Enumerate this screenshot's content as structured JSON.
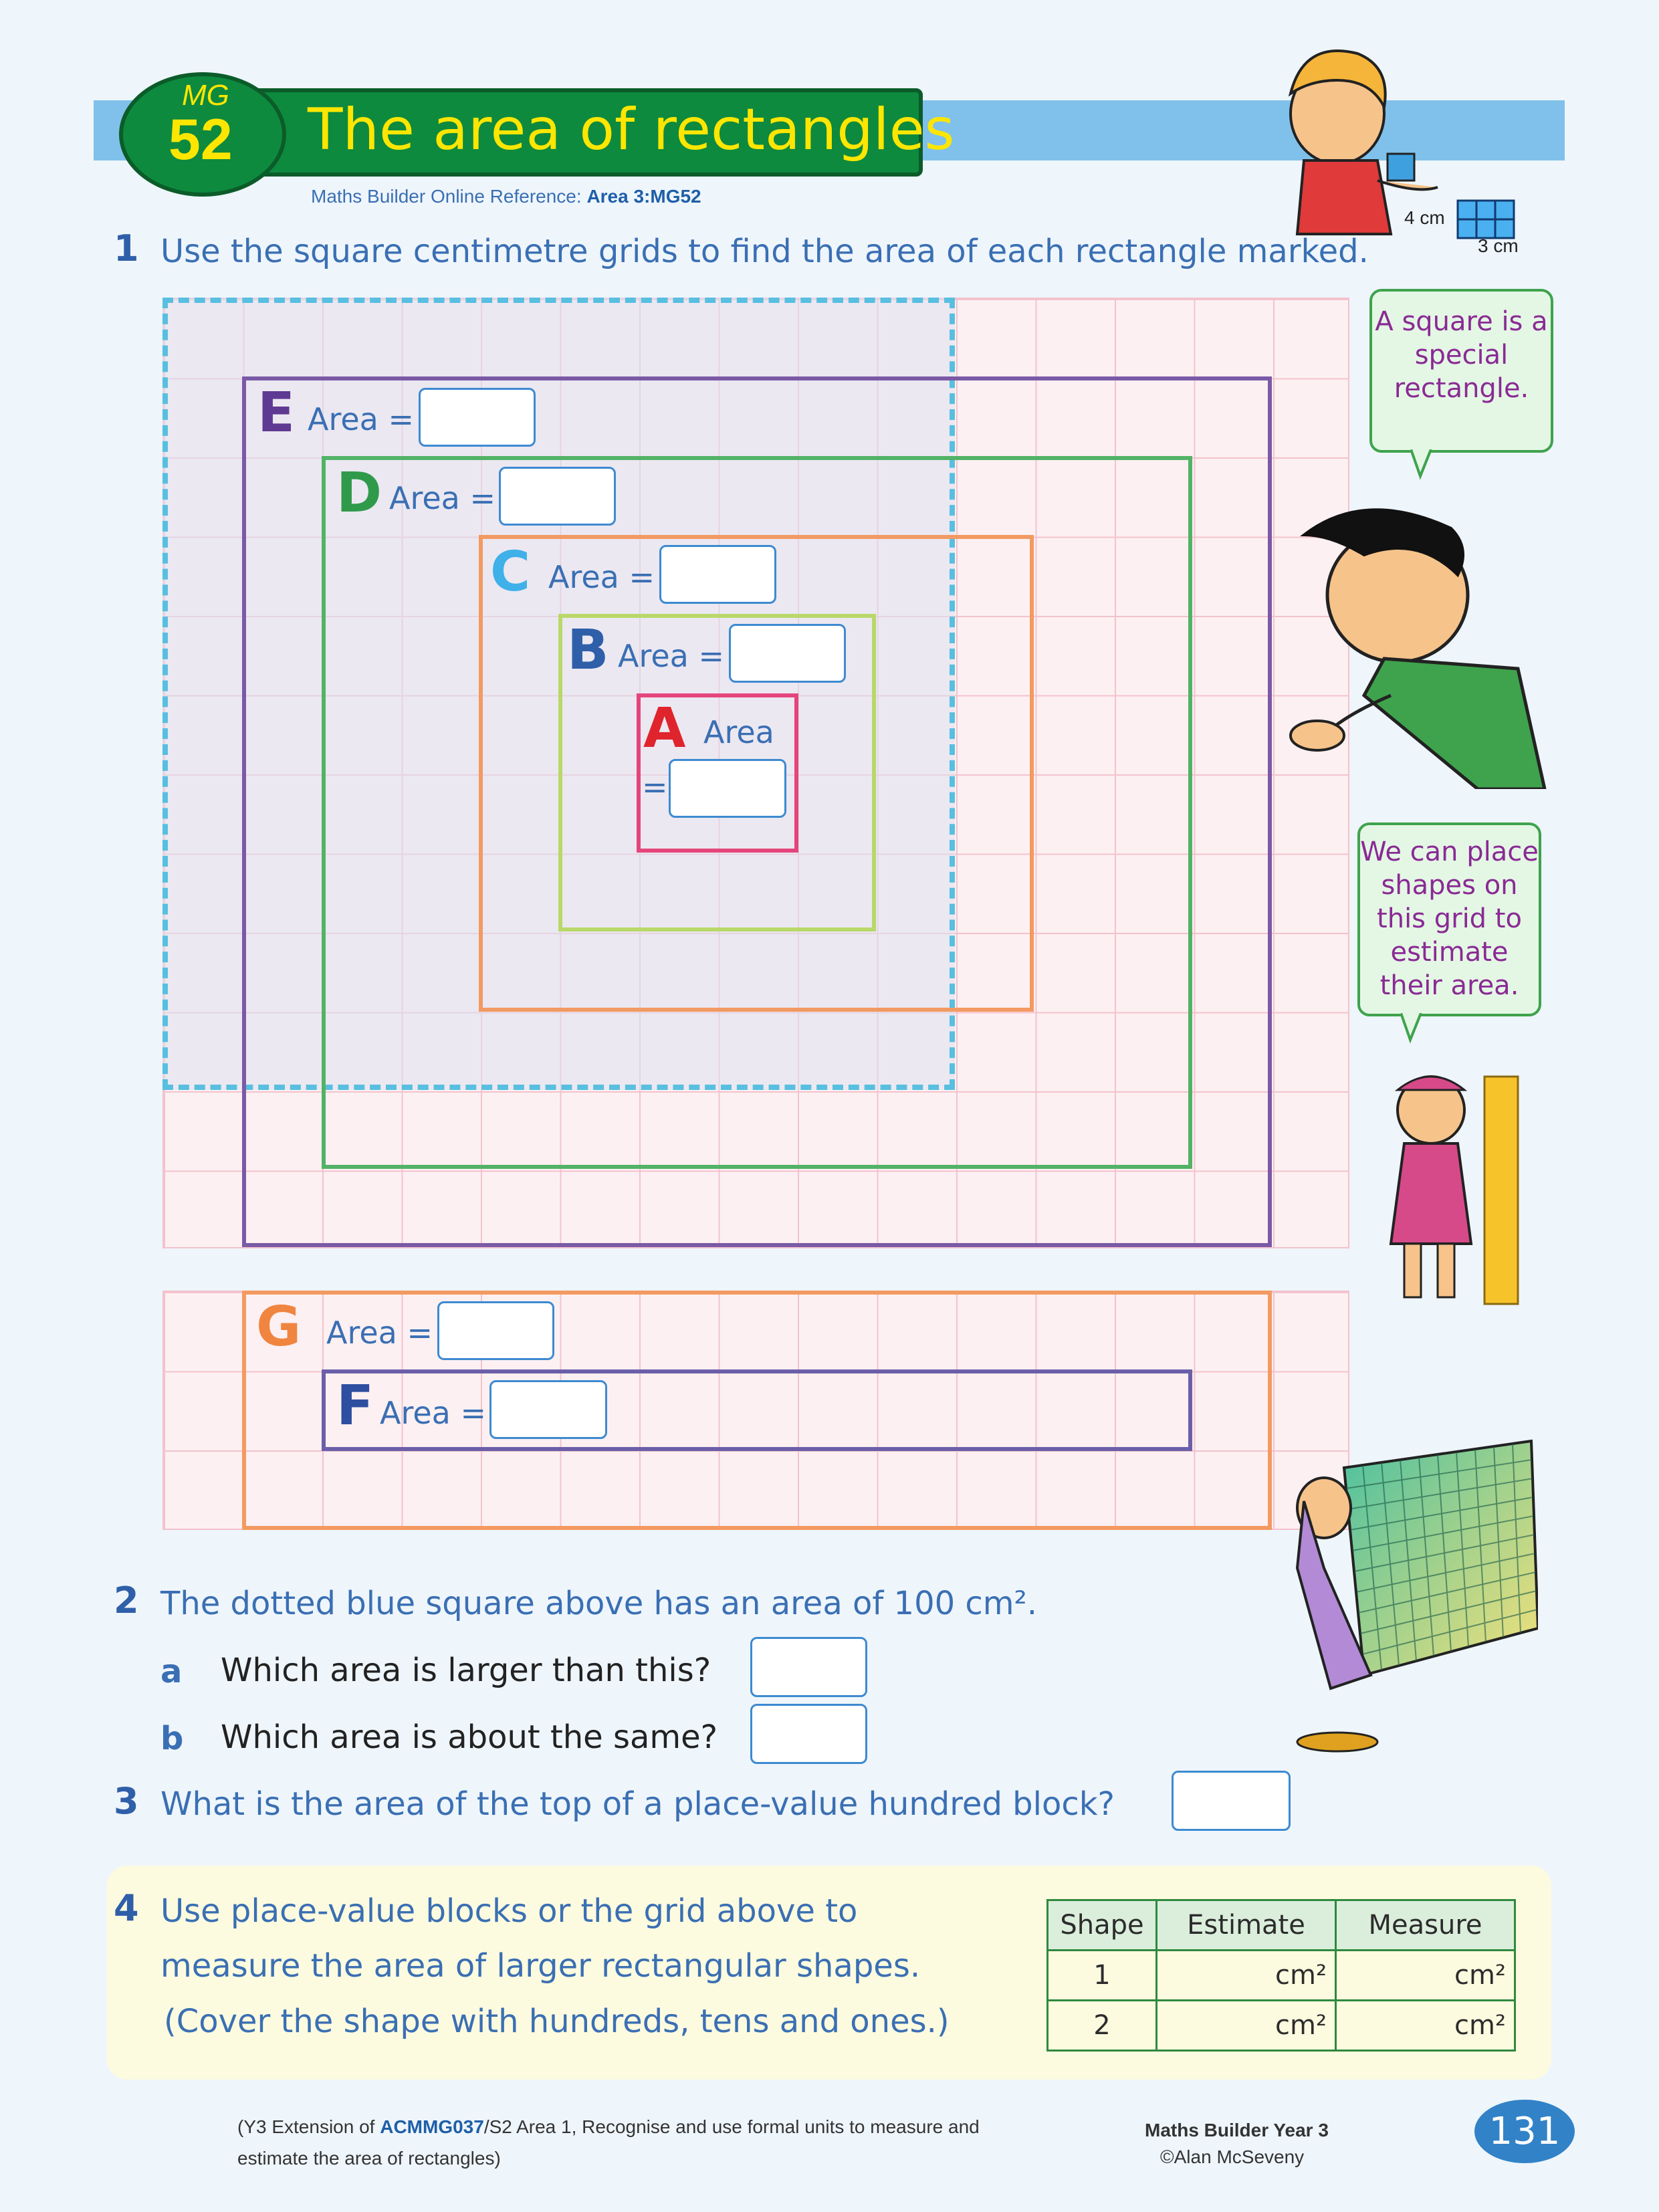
{
  "header": {
    "badge_top": "MG",
    "badge_num": "52",
    "title": "The area of rectangles",
    "ref_prefix": "Maths Builder Online Reference:",
    "ref_code": "Area 3:MG52",
    "block_dim1": "4 cm",
    "block_dim2": "3 cm"
  },
  "q1": {
    "num": "1",
    "text": "Use the square centimetre grids to find the area of each rectangle marked.",
    "area_label": "Area =",
    "area_word": "Area",
    "equals": "=",
    "rects": {
      "A": "A",
      "B": "B",
      "C": "C",
      "D": "D",
      "E": "E",
      "F": "F",
      "G": "G"
    }
  },
  "bubbles": {
    "square": "A square is a special rectangle.",
    "grid": "We can place shapes on this grid to estimate their area."
  },
  "q2": {
    "num": "2",
    "text": "The dotted blue square above has an area of 100 cm².",
    "a_label": "a",
    "a_text": "Which area is larger than this?",
    "b_label": "b",
    "b_text": "Which area is about the same?"
  },
  "q3": {
    "num": "3",
    "text": "What is the area of the top of a place-value hundred block?"
  },
  "q4": {
    "num": "4",
    "line1": "Use place-value blocks or the grid above to",
    "line2": "measure the area of larger rectangular shapes.",
    "line3": "(Cover the shape with hundreds, tens and ones.)",
    "table": {
      "headers": [
        "Shape",
        "Estimate",
        "Measure"
      ],
      "rows": [
        {
          "shape": "1",
          "estimate": "cm²",
          "measure": "cm²"
        },
        {
          "shape": "2",
          "estimate": "cm²",
          "measure": "cm²"
        }
      ]
    }
  },
  "footer": {
    "curriculum_prefix": "(Y3 Extension of ",
    "curriculum_code": "ACMMG037",
    "curriculum_rest": "/S2 Area 1, Recognise and use formal units to measure and",
    "curriculum_line2": "estimate the area of rectangles)",
    "book": "Maths Builder Year 3",
    "author": "©Alan McSeveny",
    "page": "131"
  },
  "colors": {
    "A": "#e4457a",
    "B": "#b9d86a",
    "C": "#f39a63",
    "D": "#52b265",
    "E": "#7a5aa6",
    "F": "#6a5fa8",
    "G": "#f39a63",
    "dotted": "#58bfe0"
  }
}
